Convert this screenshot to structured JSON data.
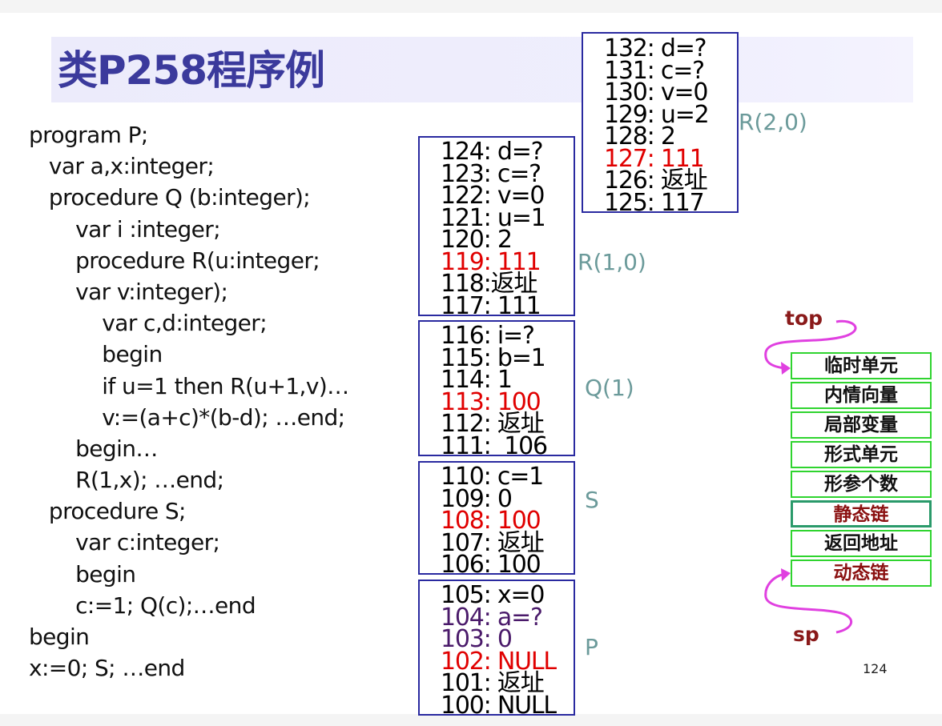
{
  "title": "类P258程序例",
  "code_lines": [
    "program P;",
    "   var a,x:integer;",
    "   procedure Q (b:integer);",
    "       var i :integer;",
    "       procedure R(u:integer;",
    "       var v:integer);",
    "           var c,d:integer;",
    "           begin",
    "           if u=1 then R(u+1,v)…",
    "           v:=(a+c)*(b-d); …end;",
    "       begin…",
    "       R(1,x); …end;",
    "   procedure S;",
    "       var c:integer;",
    "       begin",
    "       c:=1; Q(c);…end",
    "begin",
    "x:=0; S; …end"
  ],
  "frames": {
    "r20": {
      "label": "R(2,0)",
      "cells": [
        "132: d=?",
        "131: c=?",
        "130: v=0",
        "129: u=2",
        "128: 2",
        "127: 111",
        "126: 返址",
        "125: 117"
      ]
    },
    "r10": {
      "label": "R(1,0)",
      "cells": [
        "124: d=?",
        "123: c=?",
        "122: v=0",
        "121: u=1",
        "120: 2",
        "119: 111",
        "118:返址",
        "117: 111"
      ]
    },
    "q1": {
      "label": "Q(1)",
      "cells": [
        "116: i=?",
        "115: b=1",
        "114: 1",
        "113: 100",
        "112: 返址",
        "111:  106"
      ]
    },
    "s": {
      "label": "S",
      "cells": [
        "110: c=1",
        "109: 0",
        "108: 100",
        "107: 返址",
        "106: 100"
      ]
    },
    "p": {
      "label": "P",
      "cells": [
        "105: x=0",
        "104: a=?",
        "103: 0",
        "102: NULL",
        "101: 返址",
        "100: NULL"
      ]
    }
  },
  "stack_layout": {
    "top_label": "top",
    "sp_label": "sp",
    "slots": [
      "临时单元",
      "内情向量",
      "局部变量",
      "形式单元",
      "形参个数",
      "静态链",
      "返回地址",
      "动态链"
    ]
  },
  "page_number": "124",
  "colors": {
    "title": "#3b3a9c",
    "title_band": "#ecebfb",
    "frame_border": "#2a2aa0",
    "highlight_red": "#e00000",
    "slot_border": "#2fd42f",
    "arrow": "#e040e0",
    "label": "#6b9a9a"
  }
}
